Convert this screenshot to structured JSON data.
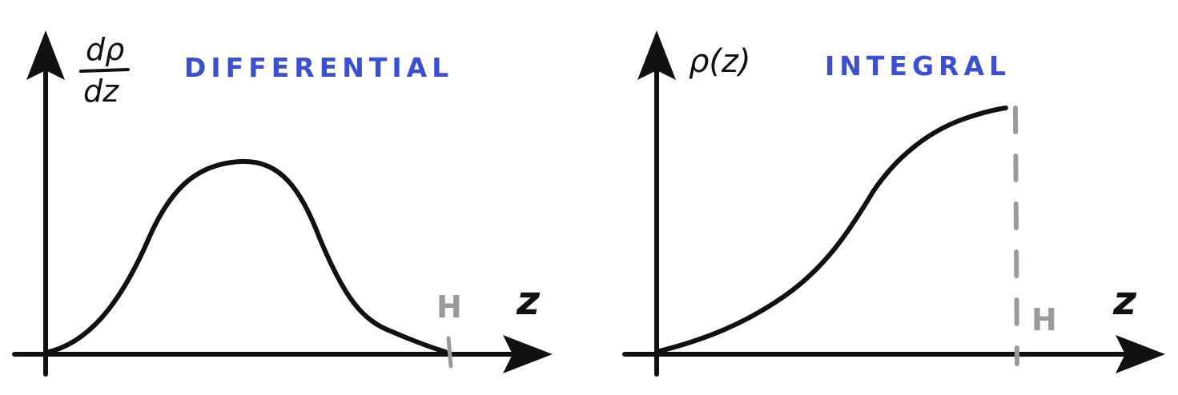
{
  "colors": {
    "ink": "#111111",
    "accent_blue": "#3a4fd8",
    "marker_gray": "#9a9a9a",
    "background": "#ffffff"
  },
  "left_panel": {
    "y_label_numerator": "dρ",
    "y_label_denominator": "dz",
    "title": "DIFFERENTIAL",
    "x_label": "z",
    "marker_label": "H",
    "curve_shape": "bell"
  },
  "right_panel": {
    "y_label": "ρ(z)",
    "title": "INTEGRAL",
    "x_label": "z",
    "marker_label": "H",
    "curve_shape": "s-curve"
  }
}
